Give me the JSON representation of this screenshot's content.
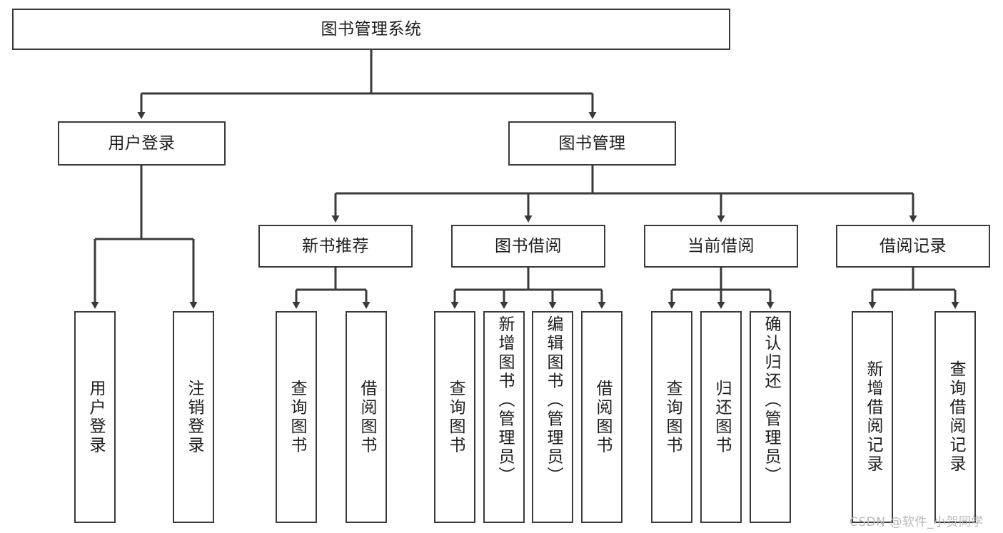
{
  "diagram": {
    "title": "图书管理系统",
    "type": "hierarchy-tree",
    "root": {
      "label": "图书管理系统"
    },
    "level2": [
      {
        "label": "用户登录"
      },
      {
        "label": "图书管理"
      }
    ],
    "level3": [
      {
        "label": "新书推荐"
      },
      {
        "label": "图书借阅"
      },
      {
        "label": "当前借阅"
      },
      {
        "label": "借阅记录"
      }
    ],
    "leaves": {
      "user_login": [
        {
          "label": "用户登录"
        },
        {
          "label": "注销登录"
        }
      ],
      "new_book_recommend": [
        {
          "label": "查询图书"
        },
        {
          "label": "借阅图书"
        }
      ],
      "book_borrow": [
        {
          "label": "查询图书"
        },
        {
          "label": "新增图书（管理员）"
        },
        {
          "label": "编辑图书（管理员）"
        },
        {
          "label": "借阅图书"
        }
      ],
      "current_borrow": [
        {
          "label": "查询图书"
        },
        {
          "label": "归还图书"
        },
        {
          "label": "确认归还（管理员）"
        }
      ],
      "borrow_record": [
        {
          "label": "新增借阅记录"
        },
        {
          "label": "查询借阅记录"
        }
      ]
    }
  },
  "watermark": {
    "text": "CSDN @软件_小贺同学"
  },
  "colors": {
    "border": "#3a3a3a",
    "text": "#1d1d1d",
    "background": "#ffffff",
    "watermark": "#b9b9b9"
  }
}
